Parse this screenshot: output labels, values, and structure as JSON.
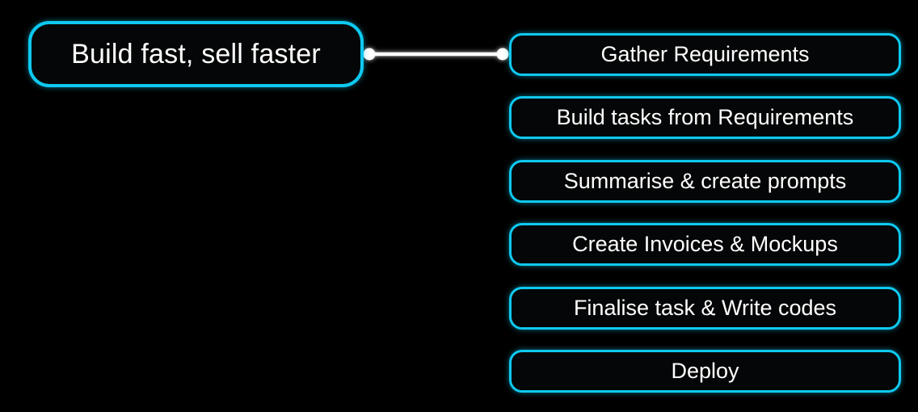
{
  "diagram": {
    "root": {
      "label": "Build fast, sell faster"
    },
    "children": [
      {
        "label": "Gather Requirements"
      },
      {
        "label": "Build tasks from Requirements"
      },
      {
        "label": "Summarise & create prompts"
      },
      {
        "label": "Create Invoices & Mockups"
      },
      {
        "label": "Finalise task & Write codes"
      },
      {
        "label": "Deploy"
      }
    ],
    "colors": {
      "background": "#000000",
      "node_background": "#050607",
      "node_border": "#0fc9f0",
      "text": "#ffffff",
      "connector": "#ffffff"
    }
  }
}
